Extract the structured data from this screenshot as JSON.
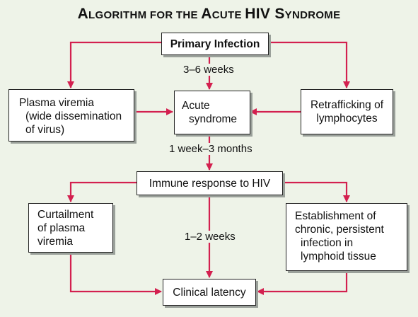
{
  "title": {
    "part1_first": "A",
    "part1_rest": "LGORITHM FOR THE ",
    "part2_first": "A",
    "part2_rest": "CUTE ",
    "part3": "HIV",
    "part4_first": " S",
    "part4_rest": "YNDROME"
  },
  "nodes": {
    "primary": "Primary Infection",
    "plasma_viremia": [
      "Plasma viremia",
      "(wide dissemination",
      "of virus)"
    ],
    "acute": [
      "Acute",
      "syndrome"
    ],
    "retrafficking": [
      "Retrafficking of",
      "lymphocytes"
    ],
    "immune": "Immune response to HIV",
    "curtailment": [
      "Curtailment",
      "of plasma",
      "viremia"
    ],
    "establishment": [
      "Establishment of",
      "chronic, persistent",
      "infection in",
      "lymphoid tissue"
    ],
    "latency": "Clinical latency"
  },
  "edge_labels": {
    "weeks_3_6": "3–6 weeks",
    "week_1_3_months": "1 week–3 months",
    "weeks_1_2": "1–2 weeks"
  },
  "colors": {
    "arrow": "#d3204f",
    "background": "#eef3e8"
  }
}
